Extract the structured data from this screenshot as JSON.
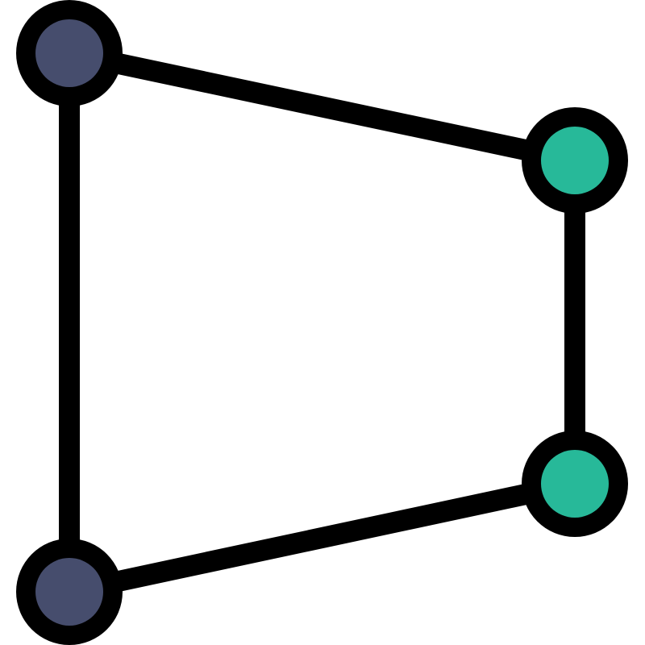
{
  "colors": {
    "background": "#ffffff",
    "stroke": "#000000",
    "node_fill_dark": "#464d6d",
    "node_fill_green": "#27b999"
  },
  "graph": {
    "nodes": [
      {
        "id": "top-left",
        "fill": "node_fill_dark"
      },
      {
        "id": "top-right",
        "fill": "node_fill_green"
      },
      {
        "id": "bottom-right",
        "fill": "node_fill_green"
      },
      {
        "id": "bottom-left",
        "fill": "node_fill_dark"
      }
    ],
    "edges": [
      [
        "top-left",
        "top-right"
      ],
      [
        "top-right",
        "bottom-right"
      ],
      [
        "bottom-right",
        "bottom-left"
      ],
      [
        "bottom-left",
        "top-left"
      ]
    ]
  }
}
